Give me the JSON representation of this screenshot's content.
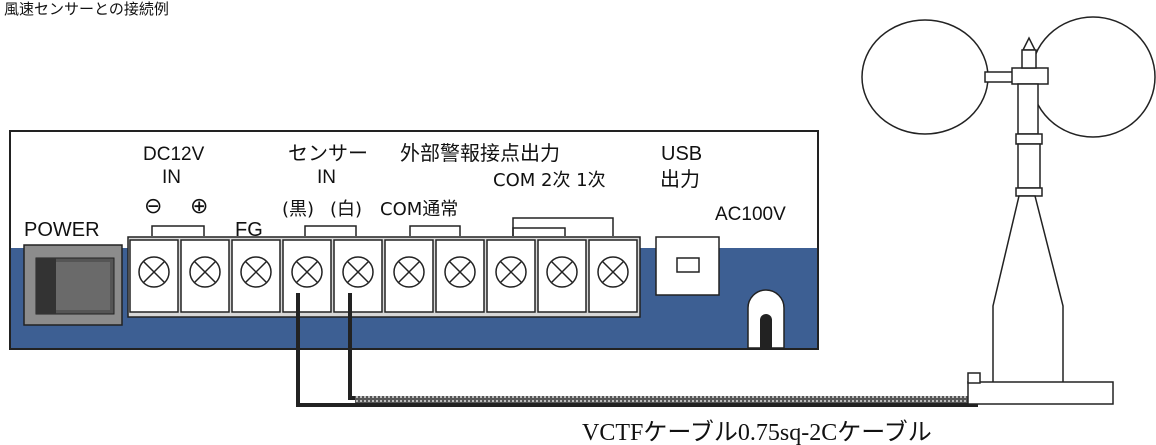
{
  "title": "風速センサーとの接続例",
  "panel": {
    "power_label": "POWER",
    "dc12v_label": "DC12V",
    "dc12v_in_label": "IN",
    "minus_symbol": "⊖",
    "plus_symbol": "⊕",
    "fg_label": "FG",
    "sensor_label": "センサー",
    "sensor_in_label": "IN",
    "black_label": "(黒)",
    "white_label": "(白)",
    "alarm_label": "外部警報接点出力",
    "com_normal_label": "COM通常",
    "com_secondary_primary_label": "COM 2次 1次",
    "usb_label": "USB",
    "usb_output_label": "出力",
    "ac100v_label": "AC100V",
    "colors": {
      "panel": "#3d5f93",
      "terminal_strip": "#d8d8d8",
      "wire": "#222222"
    }
  },
  "cable_label": "VCTFケーブル0.75sq-2Cケーブル"
}
